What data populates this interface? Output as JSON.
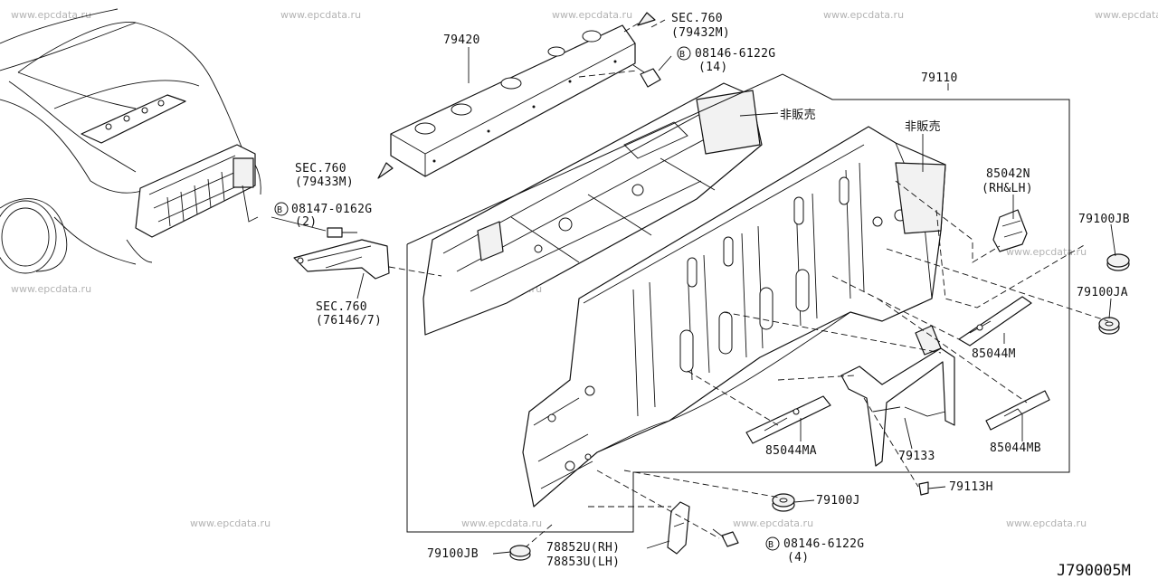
{
  "diagram": {
    "code": "J790005M",
    "watermark": "www.epcdata.ru",
    "callouts": {
      "p79420": "79420",
      "p79110": "79110",
      "p85042n": "85042N",
      "p85042n_side": "(RH&LH)",
      "p79100jb_r": "79100JB",
      "p79100ja": "79100JA",
      "p85044m": "85044M",
      "p85044ma": "85044MA",
      "p85044mb": "85044MB",
      "p79133": "79133",
      "p79113h": "79113H",
      "p79100j": "79100J",
      "p79100jb_b": "79100JB",
      "p78852u": "78852U(RH)",
      "p78853u": "78853U(LH)",
      "bolt_top": "08146-6122G",
      "bolt_top_qty": "(14)",
      "bolt_left": "08147-0162G",
      "bolt_left_qty": "(2)",
      "bolt_bottom": "08146-6122G",
      "bolt_bottom_qty": "(4)",
      "bolt_prefix": "B",
      "sec_top": "SEC.760",
      "sec_top_ref": "(79432M)",
      "sec_left": "SEC.760",
      "sec_left_ref": "(79433M)",
      "sec_lower": "SEC.760",
      "sec_lower_ref": "(76146/7)",
      "not_for_sale_1": "非販売",
      "not_for_sale_2": "非販売"
    }
  }
}
